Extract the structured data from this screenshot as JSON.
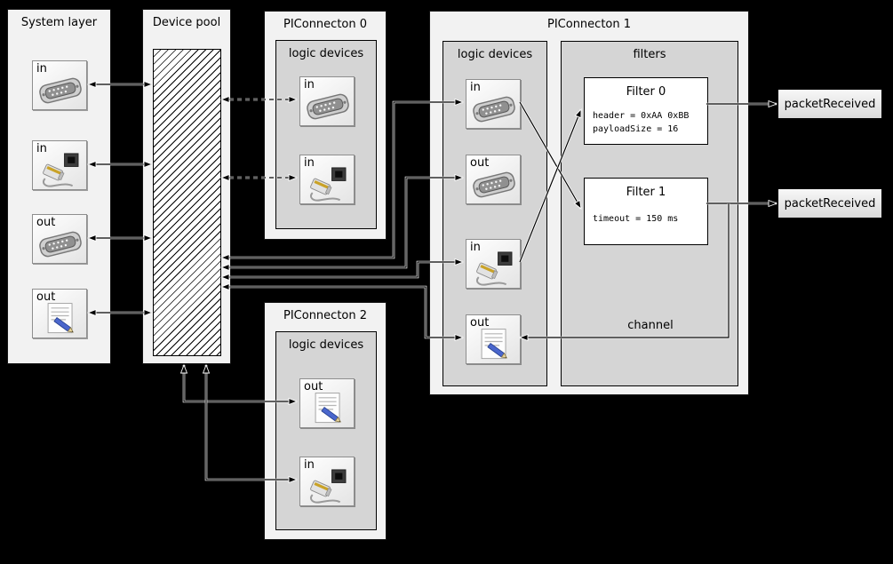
{
  "canvas": {
    "background": "#000000",
    "panel_bg": "#f2f2f2",
    "group_bg": "#d5d5d5"
  },
  "system_layer": {
    "title": "System layer",
    "devices": [
      {
        "label": "in",
        "icon": "serial-port-icon"
      },
      {
        "label": "in",
        "icon": "ethernet-icon"
      },
      {
        "label": "out",
        "icon": "serial-port-icon"
      },
      {
        "label": "out",
        "icon": "document-icon"
      }
    ]
  },
  "device_pool": {
    "title": "Device pool"
  },
  "pic0": {
    "title": "PIConnecton 0",
    "group_title": "logic devices",
    "devices": [
      {
        "label": "in",
        "icon": "serial-port-icon"
      },
      {
        "label": "in",
        "icon": "ethernet-icon"
      }
    ]
  },
  "pic1": {
    "title": "PIConnecton 1",
    "logic_group_title": "logic devices",
    "filters_group_title": "filters",
    "devices": [
      {
        "label": "in",
        "icon": "serial-port-icon"
      },
      {
        "label": "out",
        "icon": "serial-port-icon"
      },
      {
        "label": "in",
        "icon": "ethernet-icon"
      },
      {
        "label": "out",
        "icon": "document-icon"
      }
    ],
    "filters": [
      {
        "title": "Filter 0",
        "params": [
          "header = 0xAA 0xBB",
          "payloadSize = 16"
        ]
      },
      {
        "title": "Filter 1",
        "params": [
          "timeout = 150 ms"
        ]
      }
    ],
    "channel_label": "channel"
  },
  "pic2": {
    "title": "PIConnecton 2",
    "group_title": "logic devices",
    "devices": [
      {
        "label": "out",
        "icon": "document-icon"
      },
      {
        "label": "in",
        "icon": "ethernet-icon"
      }
    ]
  },
  "outputs": [
    {
      "label": "packetReceived"
    },
    {
      "label": "packetReceived"
    }
  ]
}
